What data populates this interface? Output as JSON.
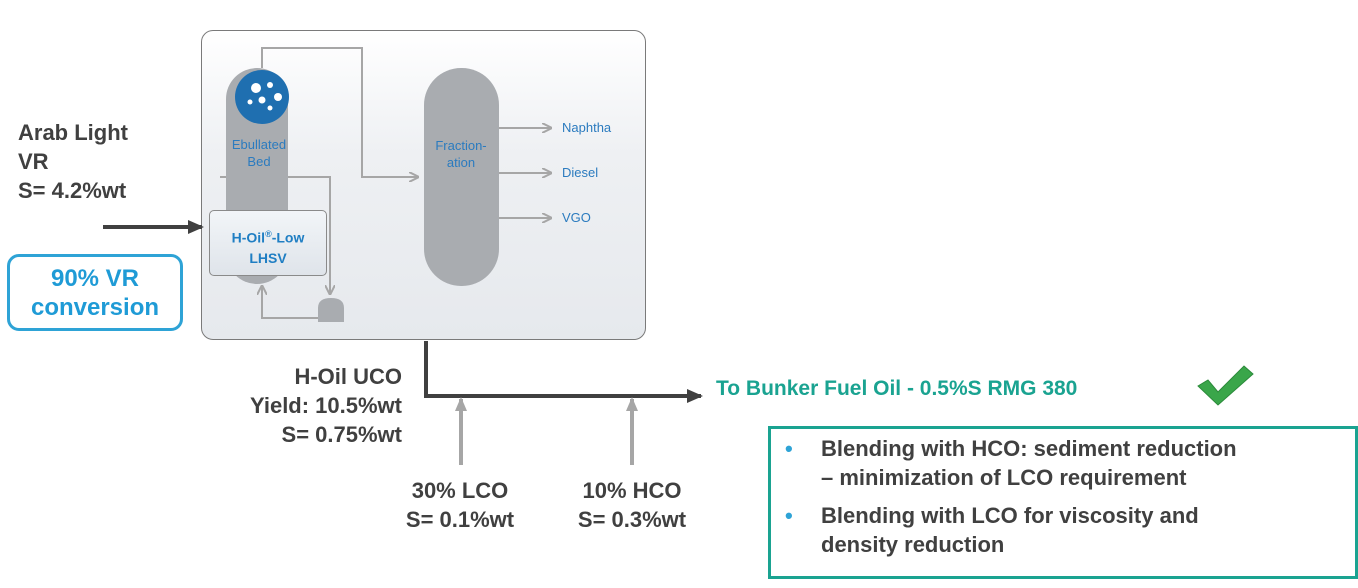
{
  "feed": {
    "line1": "Arab Light",
    "line2": "VR",
    "line3": "S= 4.2%wt"
  },
  "conversion": {
    "line1": "90% VR",
    "line2": "conversion"
  },
  "reactor": {
    "label_line1": "Ebullated",
    "label_line2": "Bed",
    "process_name_prefix": "H-Oil",
    "process_name_mark": "®",
    "process_name_suffix": "-Low",
    "process_name_line2": "LHSV"
  },
  "fractionator": {
    "label_line1": "Fraction-",
    "label_line2": "ation",
    "products": [
      "Naphtha",
      "Diesel",
      "VGO"
    ]
  },
  "uco": {
    "line1": "H-Oil UCO",
    "line2": "Yield: 10.5%wt",
    "line3": "S= 0.75%wt"
  },
  "blends": {
    "lco_line1": "30% LCO",
    "lco_line2": "S= 0.1%wt",
    "hco_line1": "10% HCO",
    "hco_line2": "S= 0.3%wt"
  },
  "product": {
    "label": "To Bunker Fuel Oil - 0.5%S RMG 380"
  },
  "notes": {
    "bullet": "•",
    "items": [
      {
        "line1": "Blending with HCO: sediment reduction",
        "line2": "– minimization of LCO requirement"
      },
      {
        "line1": "Blending with LCO for viscosity and",
        "line2": "density reduction"
      }
    ]
  },
  "colors": {
    "accent_blue": "#2ea3d6",
    "accent_teal": "#1aa391",
    "text_dark": "#404040",
    "vessel_gray": "#a9acb0",
    "flow_line_gray": "#a6a6a6",
    "main_line_dark": "#404040",
    "check_green": "#3aa64a"
  },
  "icons": [
    "bubbles-icon",
    "check-mark-icon",
    "pump-icon"
  ]
}
